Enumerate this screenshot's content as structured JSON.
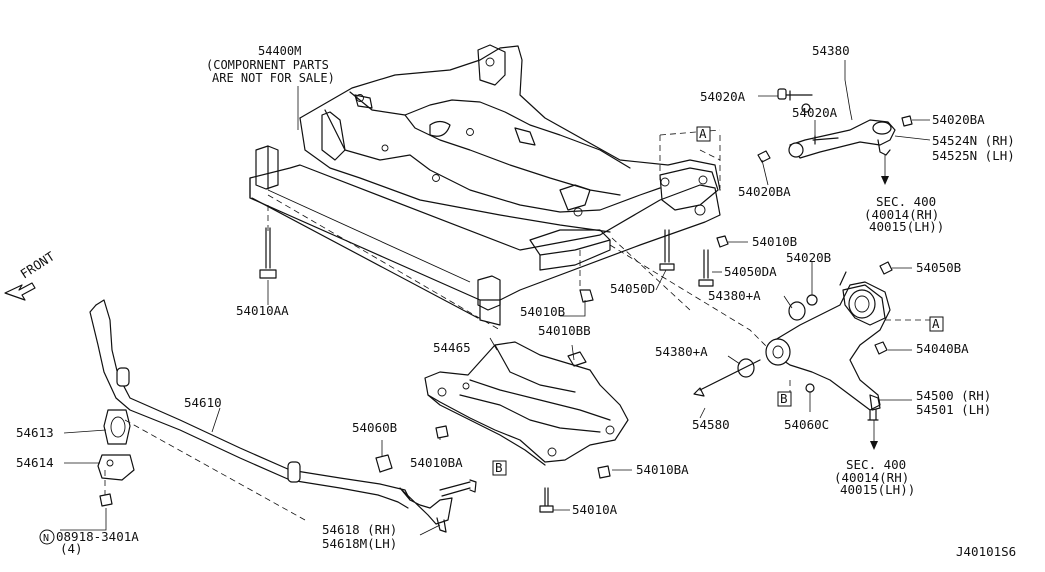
{
  "diagram": {
    "catalog_code": "J40101S6",
    "front_label": "FRONT",
    "note": {
      "part": "54400M",
      "line1": "(COMPORNENT PARTS",
      "line2": "ARE NOT FOR SALE)"
    },
    "labels": {
      "p54380": "54380",
      "p54020A_a": "54020A",
      "p54020A_b": "54020A",
      "p54020BA_a": "54020BA",
      "p54020BA_b": "54020BA",
      "p54524N": "54524N (RH)",
      "p54525N": "54525N (LH)",
      "sec400_a": "SEC. 400",
      "sec400_a_rh": "(40014(RH)",
      "sec400_a_lh": "40015(LH))",
      "p54010B_a": "54010B",
      "p54050DA": "54050DA",
      "p54020B": "54020B",
      "p54050B": "54050B",
      "p54380A_a": "54380+A",
      "p54050D": "54050D",
      "p54010B_b": "54010B",
      "p54010AA": "54010AA",
      "p54010BB": "54010BB",
      "p54465": "54465",
      "p54380A_b": "54380+A",
      "p54040BA": "54040BA",
      "p54500": "54500 (RH)",
      "p54501": "54501 (LH)",
      "p54580": "54580",
      "p54060C": "54060C",
      "sec400_b": "SEC. 400",
      "sec400_b_rh": "(40014(RH)",
      "sec400_b_lh": "40015(LH))",
      "p54610": "54610",
      "p54613": "54613",
      "p54614": "54614",
      "p54060B": "54060B",
      "p54010BA_a": "54010BA",
      "p54010BA_b": "54010BA",
      "p54618": "54618 (RH)",
      "p54618M": "54618M(LH)",
      "p54010A": "54010A",
      "p08918": "08918-3401A",
      "p08918_qty": "(4)",
      "n_symbol": "N"
    },
    "ref_boxes": {
      "A1": "A",
      "A2": "A",
      "B1": "B",
      "B2": "B"
    }
  }
}
